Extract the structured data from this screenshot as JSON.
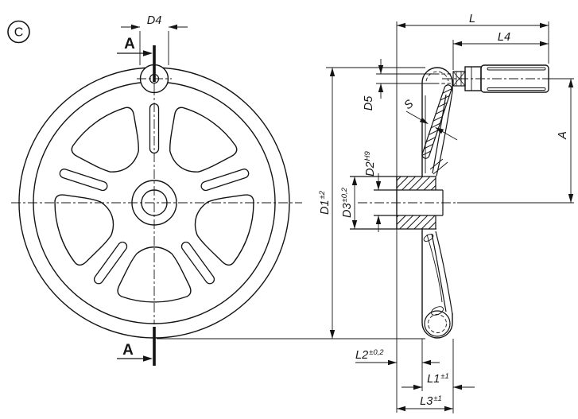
{
  "meta": {
    "view_badge": "C",
    "section_label": "A"
  },
  "colors": {
    "ink": "#141414",
    "background": "#ffffff"
  },
  "dimensions": {
    "d4": {
      "base": "D4",
      "sup": ""
    },
    "l": {
      "base": "L",
      "sup": ""
    },
    "l4": {
      "base": "L4",
      "sup": ""
    },
    "d5": {
      "base": "D5",
      "sup": ""
    },
    "s": {
      "base": "S",
      "sup": ""
    },
    "d1": {
      "base": "D1",
      "sup": "±2"
    },
    "d2": {
      "base": "D2",
      "sup": "H9"
    },
    "d3": {
      "base": "D3",
      "sup": "±0,2"
    },
    "a_dim": {
      "base": "A",
      "sup": ""
    },
    "l2": {
      "base": "L2",
      "sup": "±0,2"
    },
    "l1": {
      "base": "L1",
      "sup": "±1"
    },
    "l3": {
      "base": "L3",
      "sup": "±1"
    }
  }
}
